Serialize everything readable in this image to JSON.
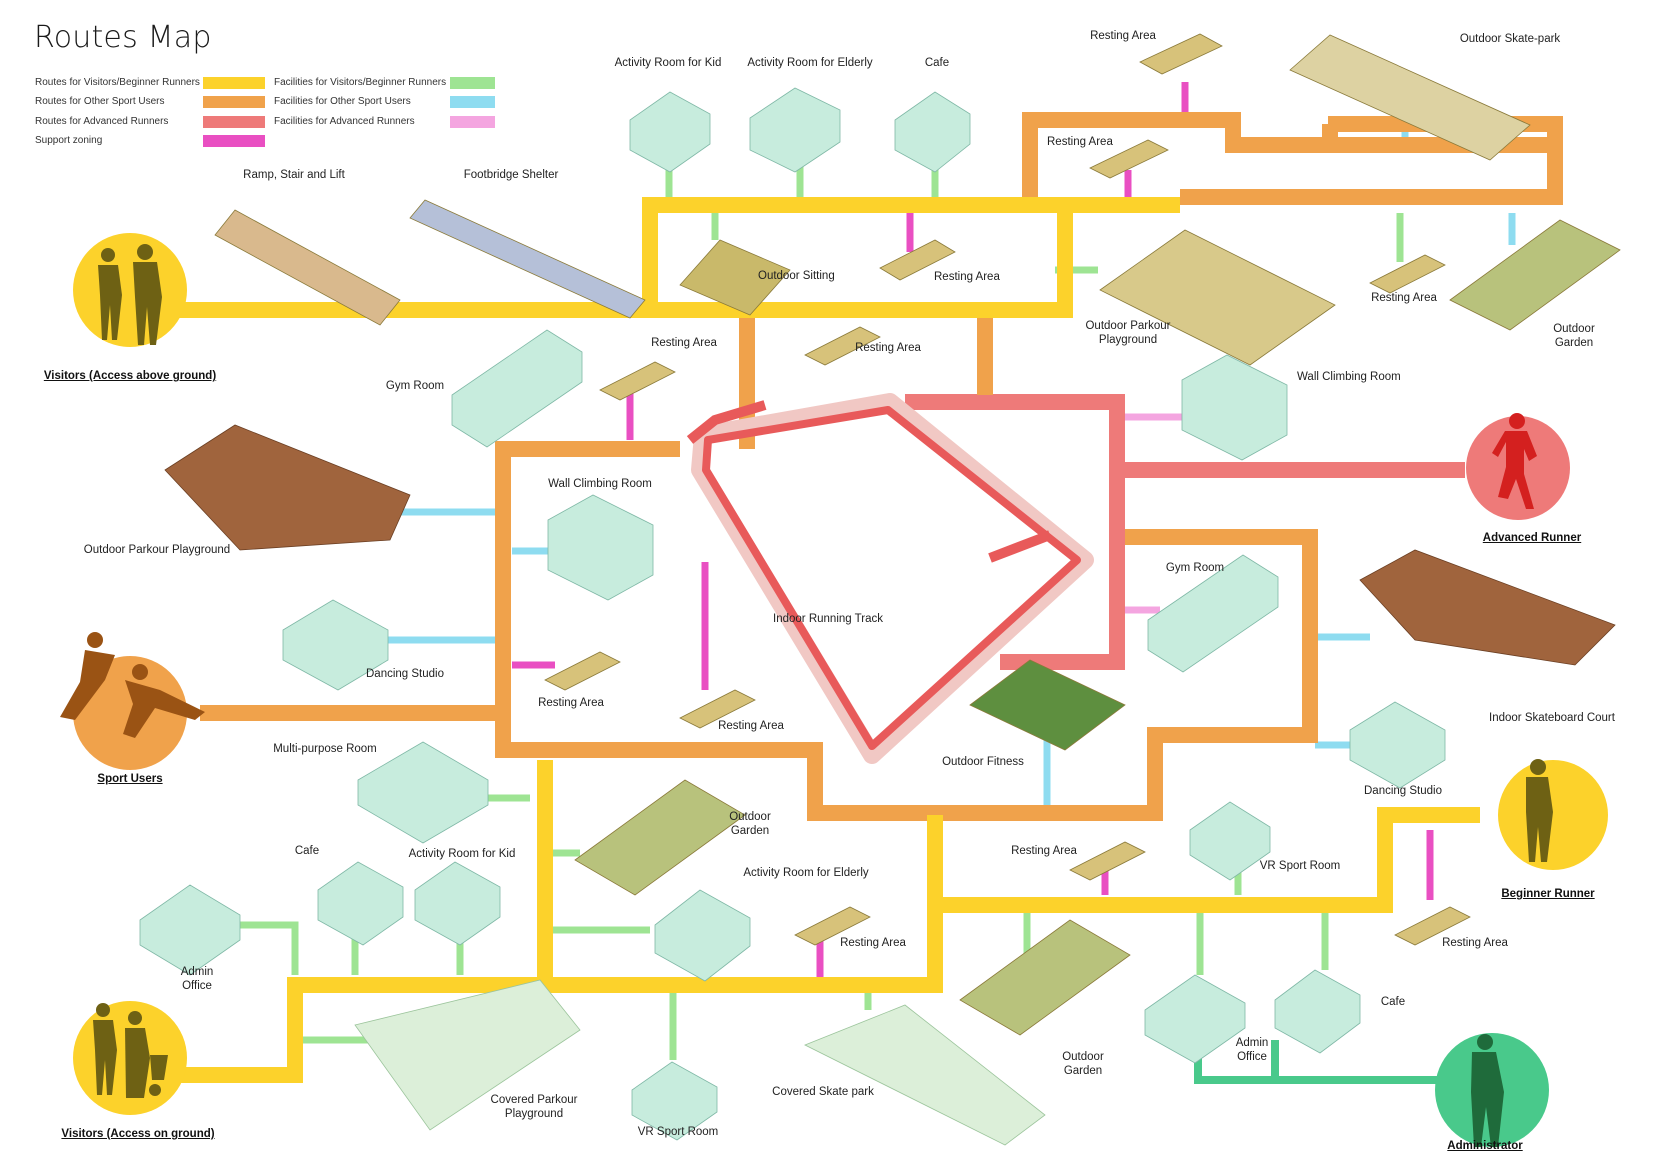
{
  "title": "Routes Map",
  "legend": {
    "routes": [
      {
        "label": "Routes for Visitors/Beginner Runners",
        "color": "#fcd22b"
      },
      {
        "label": "Routes for Other Sport Users",
        "color": "#f0a24b"
      },
      {
        "label": "Routes for Advanced Runners",
        "color": "#ee7a79"
      },
      {
        "label": "Support zoning",
        "color": "#e94fc2"
      }
    ],
    "facilities": [
      {
        "label": "Facilities for Visitors/Beginner Runners",
        "color": "#9ee493"
      },
      {
        "label": "Facilities for Other Sport Users",
        "color": "#8edcf0"
      },
      {
        "label": "Facilities for Advanced Runners",
        "color": "#f4a5e0"
      }
    ]
  },
  "users": {
    "visitors_above": "Visitors (Access above ground)",
    "sport_users": "Sport Users",
    "visitors_ground": "Visitors (Access on ground)",
    "advanced_runner": "Advanced Runner",
    "beginner_runner": "Beginner Runner",
    "administrator": "Administrator"
  },
  "labels": {
    "activity_kid_top": "Activity Room for Kid",
    "activity_elderly_top": "Activity Room for Elderly",
    "cafe_top": "Cafe",
    "resting_top": "Resting Area",
    "skatepark": "Outdoor Skate-park",
    "resting_top2": "Resting Area",
    "ramp": "Ramp, Stair and Lift",
    "footbridge": "Footbridge Shelter",
    "outdoor_sitting": "Outdoor Sitting",
    "resting_mid_top": "Resting Area",
    "parkour_tr_l1": "Outdoor Parkour",
    "parkour_tr_l2": "Playground",
    "resting_right_top": "Resting Area",
    "garden_tr_l1": "Outdoor",
    "garden_tr_l2": "Garden",
    "gym_left": "Gym Room",
    "resting_gym": "Resting Area",
    "resting_center_top": "Resting Area",
    "wall_climbing_tr": "Wall Climbing Room",
    "parkour_left": "Outdoor Parkour Playground",
    "wall_climbing_left": "Wall Climbing Room",
    "indoor_track": "Indoor Running Track",
    "gym_right": "Gym Room",
    "skateboard_court": "Indoor Skateboard Court",
    "dancing_left": "Dancing Studio",
    "resting_inner_left": "Resting Area",
    "resting_inner_mid": "Resting Area",
    "outdoor_fitness": "Outdoor Fitness",
    "dancing_right": "Dancing Studio",
    "multipurpose": "Multi-purpose Room",
    "garden_mid_l1": "Outdoor",
    "garden_mid_l2": "Garden",
    "cafe_bl": "Cafe",
    "activity_kid_bl": "Activity Room for Kid",
    "activity_elderly_b": "Activity Room for Elderly",
    "resting_b_right": "Resting Area",
    "vr_right": "VR Sport Room",
    "resting_b_center": "Resting Area",
    "resting_far_right": "Resting Area",
    "admin_left_l1": "Admin",
    "admin_left_l2": "Office",
    "cafe_br": "Cafe",
    "admin_right_l1": "Admin",
    "admin_right_l2": "Office",
    "garden_b_l1": "Outdoor",
    "garden_b_l2": "Garden",
    "covered_parkour_l1": "Covered Parkour",
    "covered_parkour_l2": "Playground",
    "covered_skate": "Covered Skate park",
    "vr_bottom": "VR Sport Room"
  },
  "colors": {
    "yellow_route": "#fcd22b",
    "orange_route": "#f0a24b",
    "red_route": "#ee7a79",
    "support": "#e94fc2",
    "green_fac": "#9ee493",
    "blue_fac": "#8edcf0",
    "pink_fac": "#f4a5e0",
    "admin_green": "#49c98b"
  }
}
